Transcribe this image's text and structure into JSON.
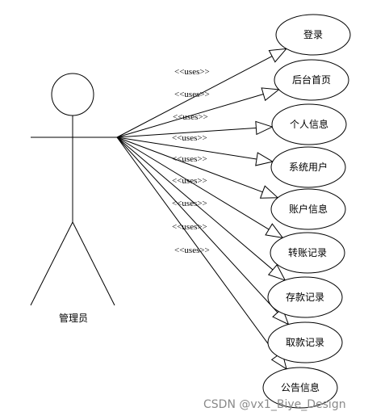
{
  "actor": {
    "name": "管理员"
  },
  "relation_label": "<<uses>>",
  "use_cases": [
    {
      "label": "登录"
    },
    {
      "label": "后台首页"
    },
    {
      "label": "个人信息"
    },
    {
      "label": "系统用户"
    },
    {
      "label": "账户信息"
    },
    {
      "label": "转账记录"
    },
    {
      "label": "存款记录"
    },
    {
      "label": "取款记录"
    },
    {
      "label": "公告信息"
    }
  ],
  "watermark": "CSDN @vx1_Biye_Design"
}
